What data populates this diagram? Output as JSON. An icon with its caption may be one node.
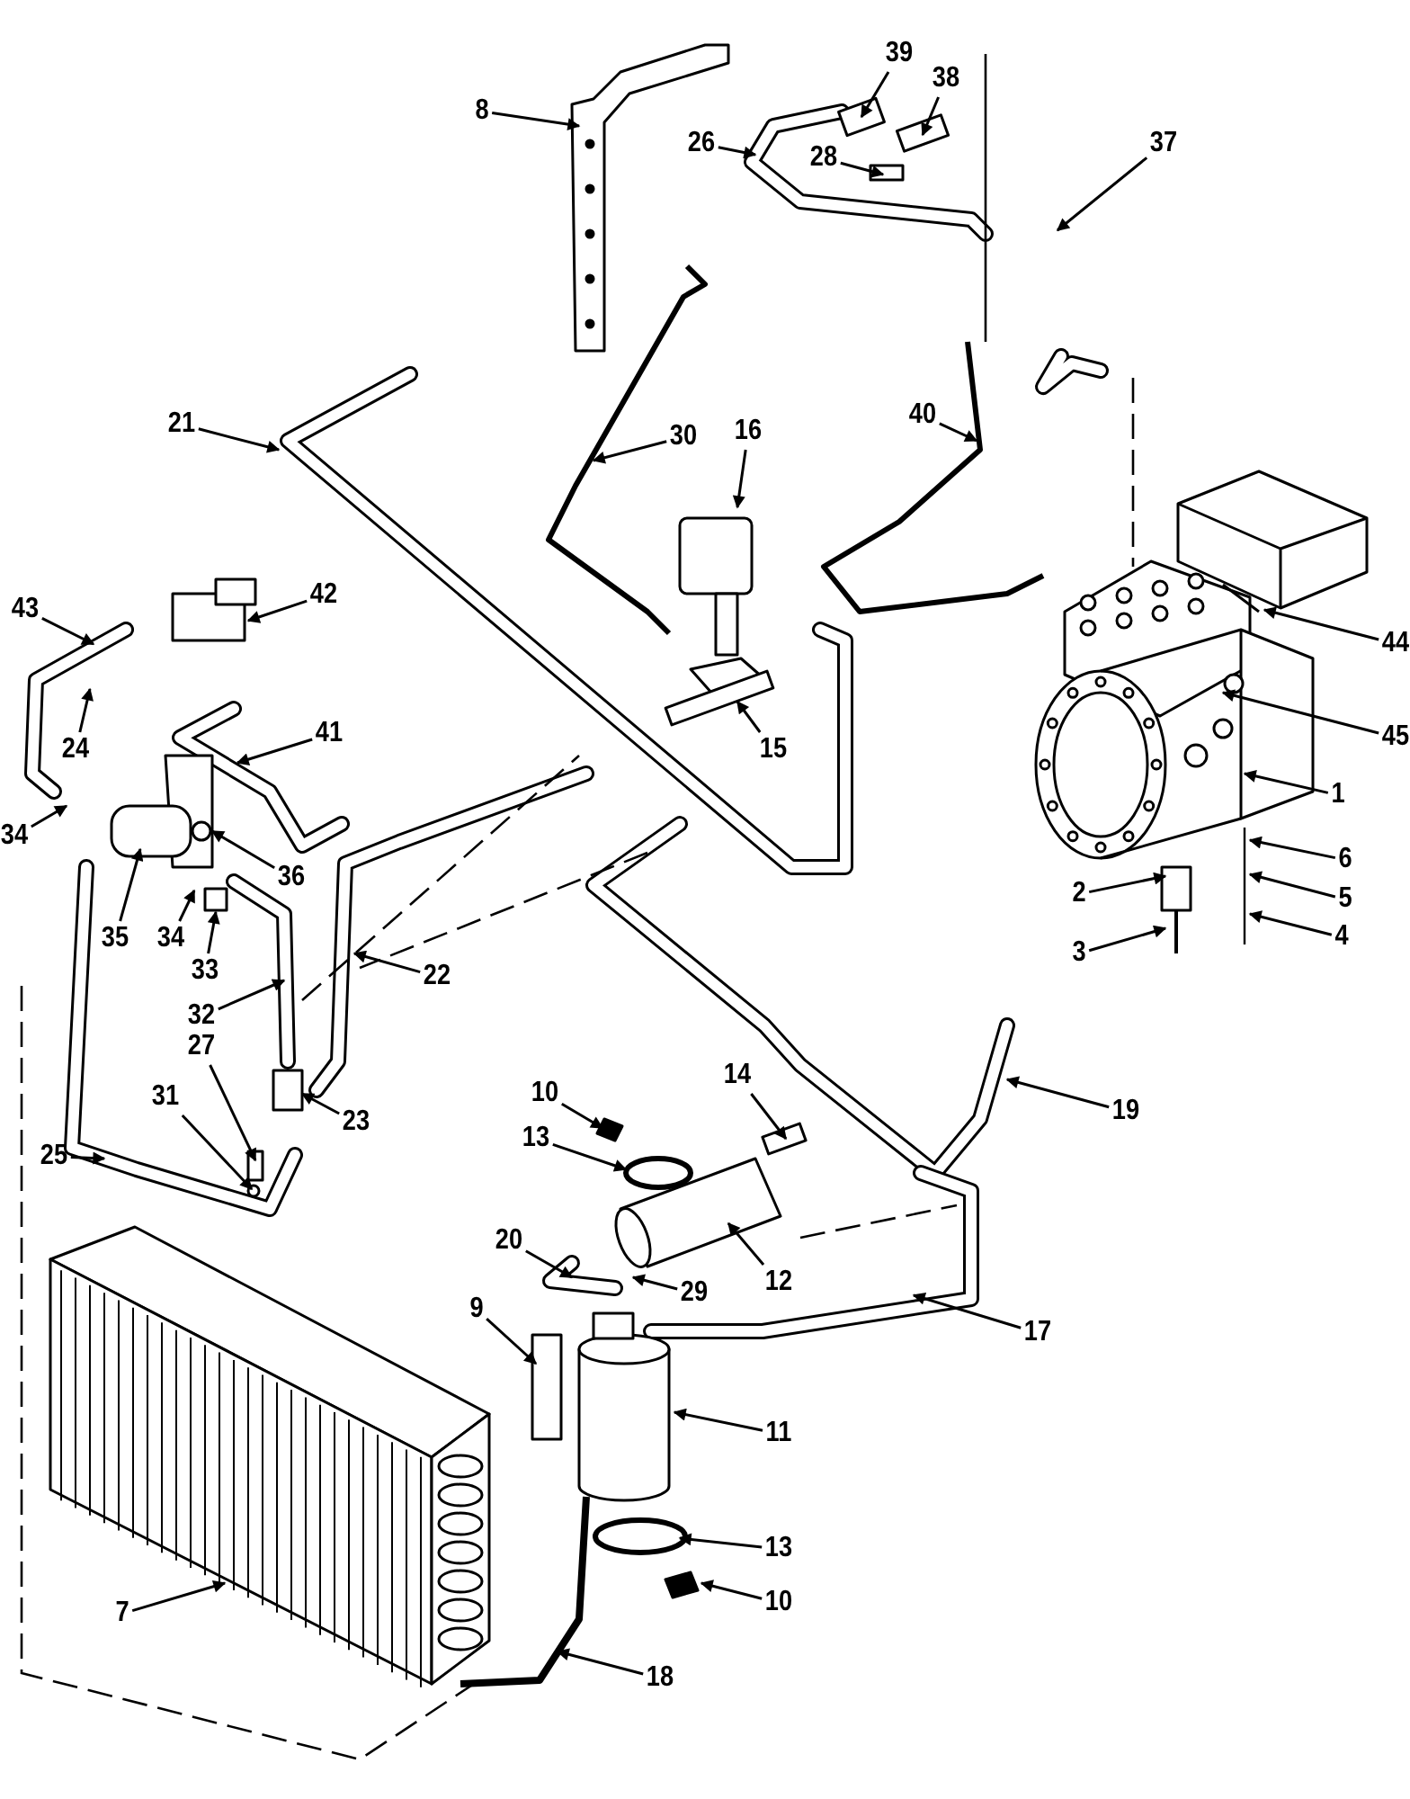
{
  "diagram": {
    "nodes": [
      {
        "text": [
          "39"
        ]
      },
      {
        "text": [
          "38"
        ]
      },
      {
        "text": [
          "8"
        ]
      },
      {
        "text": [
          "26"
        ]
      },
      {
        "text": [
          "37"
        ]
      },
      {
        "text": [
          "28"
        ]
      },
      {
        "text": [
          "40"
        ]
      },
      {
        "text": [
          "21"
        ]
      },
      {
        "text": [
          "16"
        ]
      },
      {
        "text": [
          "30"
        ]
      },
      {
        "text": [
          "42"
        ]
      },
      {
        "text": [
          "43"
        ]
      },
      {
        "text": [
          "44"
        ]
      },
      {
        "text": [
          "41"
        ]
      },
      {
        "text": [
          "45"
        ]
      },
      {
        "text": [
          "24"
        ]
      },
      {
        "text": [
          "15"
        ]
      },
      {
        "text": [
          "1"
        ]
      },
      {
        "text": [
          "6"
        ]
      },
      {
        "text": [
          "36"
        ]
      },
      {
        "text": [
          "34"
        ]
      },
      {
        "text": [
          "5"
        ]
      },
      {
        "text": [
          "2"
        ]
      },
      {
        "text": [
          "35"
        ]
      },
      {
        "text": [
          "34"
        ]
      },
      {
        "text": [
          "4"
        ]
      },
      {
        "text": [
          "33"
        ]
      },
      {
        "text": [
          "3"
        ]
      },
      {
        "text": [
          "22"
        ]
      },
      {
        "text": [
          "32"
        ]
      },
      {
        "text": [
          "27"
        ]
      },
      {
        "text": [
          "14"
        ]
      },
      {
        "text": [
          "10"
        ]
      },
      {
        "text": [
          "19"
        ]
      },
      {
        "text": [
          "31"
        ]
      },
      {
        "text": [
          "23"
        ]
      },
      {
        "text": [
          "13"
        ]
      },
      {
        "text": [
          "25"
        ]
      },
      {
        "text": [
          "20"
        ]
      },
      {
        "text": [
          "12"
        ]
      },
      {
        "text": [
          "29"
        ]
      },
      {
        "text": [
          "9"
        ]
      },
      {
        "text": [
          "17"
        ]
      },
      {
        "text": [
          "11"
        ]
      },
      {
        "text": [
          "13"
        ]
      },
      {
        "text": [
          "10"
        ]
      },
      {
        "text": [
          "7"
        ]
      },
      {
        "text": [
          "18"
        ]
      }
    ],
    "edges": [
      {
        "from": 0,
        "to": null,
        "arrow": "to"
      },
      {
        "from": 1,
        "to": null,
        "arrow": "to"
      },
      {
        "from": 2,
        "to": null,
        "arrow": "to"
      },
      {
        "from": 3,
        "to": null,
        "arrow": "to"
      },
      {
        "from": 4,
        "to": null,
        "arrow": "to"
      },
      {
        "from": 5,
        "to": null,
        "arrow": "to"
      },
      {
        "from": 6,
        "to": null,
        "arrow": "to"
      },
      {
        "from": 7,
        "to": null,
        "arrow": "to"
      },
      {
        "from": 8,
        "to": null,
        "arrow": "to"
      },
      {
        "from": 9,
        "to": null,
        "arrow": "to"
      },
      {
        "from": 10,
        "to": null,
        "arrow": "to"
      },
      {
        "from": 11,
        "to": null,
        "arrow": "to"
      },
      {
        "from": 12,
        "to": null,
        "arrow": "to"
      },
      {
        "from": 13,
        "to": null,
        "arrow": "to"
      },
      {
        "from": 14,
        "to": null,
        "arrow": "to"
      },
      {
        "from": 15,
        "to": null,
        "arrow": "to"
      },
      {
        "from": 16,
        "to": null,
        "arrow": "to"
      },
      {
        "from": 17,
        "to": null,
        "arrow": "to"
      },
      {
        "from": 18,
        "to": null,
        "arrow": "to"
      },
      {
        "from": 19,
        "to": null,
        "arrow": "to"
      },
      {
        "from": 20,
        "to": null,
        "arrow": "to"
      },
      {
        "from": 21,
        "to": null,
        "arrow": "to"
      },
      {
        "from": 22,
        "to": null,
        "arrow": "to"
      },
      {
        "from": 23,
        "to": null,
        "arrow": "to"
      },
      {
        "from": 24,
        "to": null,
        "arrow": "to"
      },
      {
        "from": 25,
        "to": null,
        "arrow": "to"
      },
      {
        "from": 26,
        "to": null,
        "arrow": "to"
      },
      {
        "from": 27,
        "to": null,
        "arrow": "to"
      },
      {
        "from": 28,
        "to": null,
        "arrow": "to"
      },
      {
        "from": 29,
        "to": null,
        "arrow": "to"
      },
      {
        "from": 30,
        "to": null,
        "arrow": "to"
      },
      {
        "from": 31,
        "to": null,
        "arrow": "to"
      },
      {
        "from": 32,
        "to": null,
        "arrow": "to"
      },
      {
        "from": 33,
        "to": null,
        "arrow": "to"
      },
      {
        "from": 34,
        "to": null,
        "arrow": "to"
      },
      {
        "from": 35,
        "to": null,
        "arrow": "to"
      },
      {
        "from": 36,
        "to": null,
        "arrow": "to"
      },
      {
        "from": 37,
        "to": null,
        "arrow": "to"
      },
      {
        "from": 38,
        "to": null,
        "arrow": "to"
      },
      {
        "from": 39,
        "to": null,
        "arrow": "to"
      },
      {
        "from": 40,
        "to": null,
        "arrow": "to"
      },
      {
        "from": 41,
        "to": null,
        "arrow": "to"
      },
      {
        "from": 42,
        "to": null,
        "arrow": "to"
      },
      {
        "from": 43,
        "to": null,
        "arrow": "to"
      },
      {
        "from": 44,
        "to": null,
        "arrow": "to"
      },
      {
        "from": 45,
        "to": null,
        "arrow": "to"
      },
      {
        "from": 46,
        "to": null,
        "arrow": "to"
      },
      {
        "from": 47,
        "to": null,
        "arrow": "to"
      }
    ]
  }
}
